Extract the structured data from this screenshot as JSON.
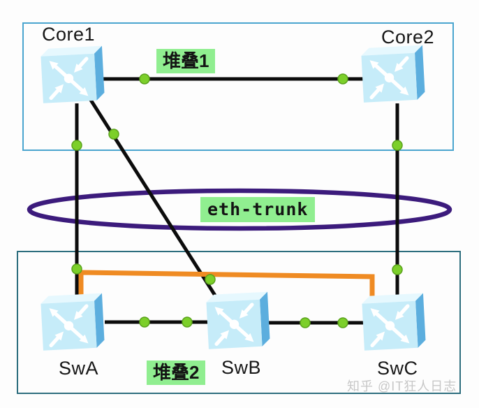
{
  "diagram_type": "network-topology",
  "nodes": [
    {
      "id": "core1",
      "label": "Core1",
      "kind": "multilayer-switch"
    },
    {
      "id": "core2",
      "label": "Core2",
      "kind": "multilayer-switch"
    },
    {
      "id": "swa",
      "label": "SwA",
      "kind": "multilayer-switch"
    },
    {
      "id": "swb",
      "label": "SwB",
      "kind": "multilayer-switch"
    },
    {
      "id": "swc",
      "label": "SwC",
      "kind": "multilayer-switch"
    }
  ],
  "tags": {
    "stack1": "堆叠1",
    "stack2": "堆叠2",
    "eth_trunk": "eth-trunk"
  },
  "links": [
    "Core1-Core2",
    "Core1-SwA",
    "Core1-SwB",
    "Core2-SwC",
    "SwA-SwB",
    "SwB-SwC",
    "SwA-SwC-orange"
  ],
  "watermark": "知乎 @IT狂人日志",
  "colors": {
    "background": "#fdfdfd",
    "stack1_box_border": "#4aa5cf",
    "stack2_box_border": "#2d6e7e",
    "link_line": "#0c0c0c",
    "link_status_dot": "#7ccf2a",
    "orange_link": "#ef8b23",
    "eth_trunk_ellipse": "#3c1b7c",
    "tag_background": "#90ee90",
    "switch_front_face": "#c6ecf9",
    "switch_side_face": "#5caede",
    "switch_top_face": "#e6f8fe"
  }
}
